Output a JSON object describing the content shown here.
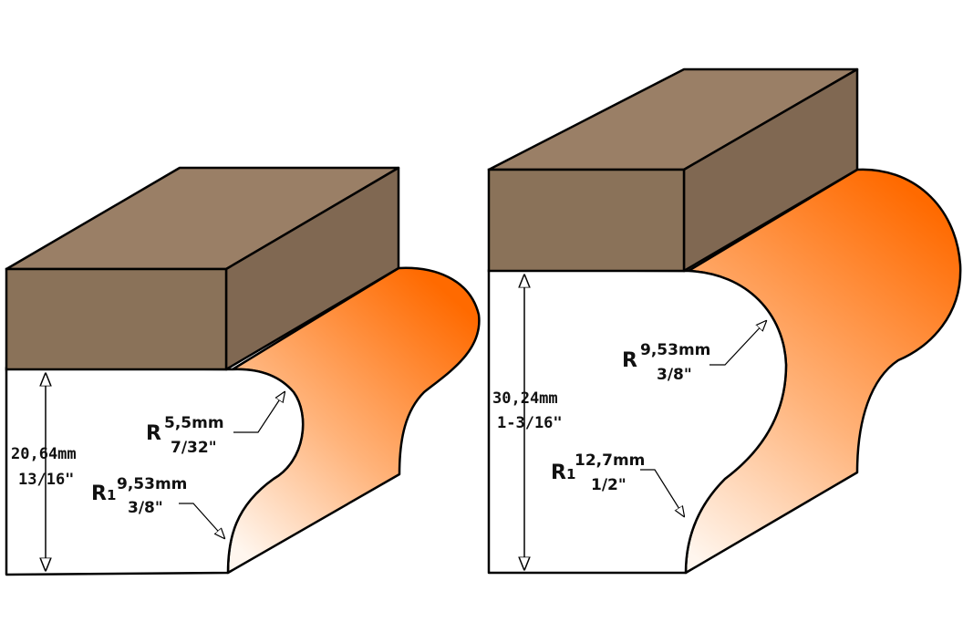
{
  "colors": {
    "wood_top": "#9a7f66",
    "wood_front": "#8a7259",
    "wood_side": "#7f6751",
    "profile_orange": "#ff6a00",
    "profile_light": "#fff2e8",
    "outline": "#000000"
  },
  "left": {
    "height_mm": "20,64mm",
    "height_in": "13/16\"",
    "r_label": "R",
    "r_mm": "5,5mm",
    "r_in": "7/32\"",
    "r1_label": "R",
    "r1_sub": "1",
    "r1_mm": "9,53mm",
    "r1_in": "3/8\""
  },
  "right": {
    "height_mm": "30,24mm",
    "height_in": "1-3/16\"",
    "r_label": "R",
    "r_mm": "9,53mm",
    "r_in": "3/8\"",
    "r1_label": "R",
    "r1_sub": "1",
    "r1_mm": "12,7mm",
    "r1_in": "1/2\""
  }
}
